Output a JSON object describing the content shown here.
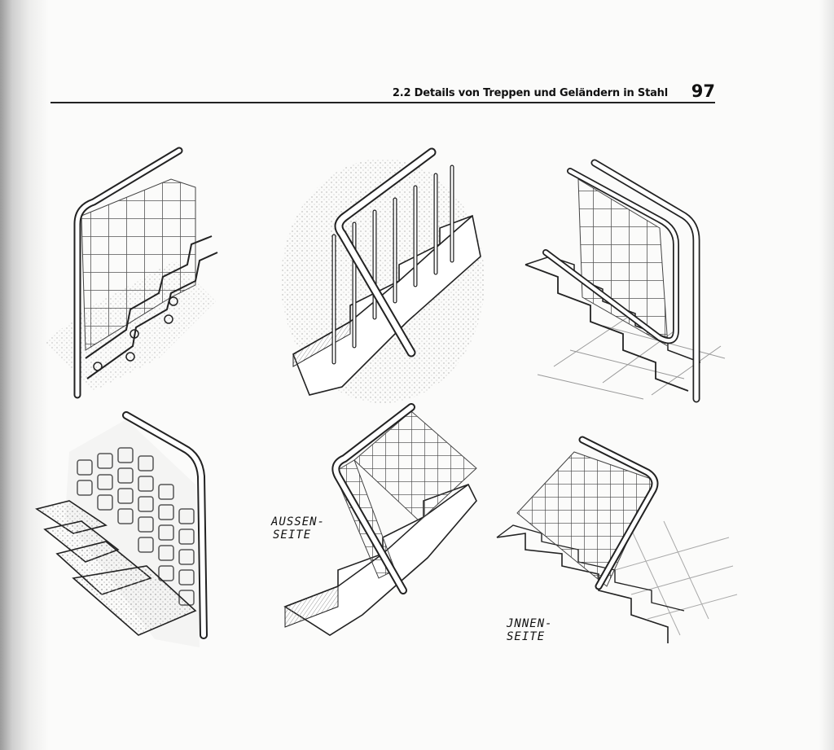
{
  "header": {
    "title": "2.2 Details von Treppen und Geländern in Stahl",
    "page_number": "97"
  },
  "annotations": {
    "outer_side_line1": "AUSSEN-",
    "outer_side_line2": "SEITE",
    "inner_side_line1": "JNNEN-",
    "inner_side_line2": "SEITE"
  }
}
